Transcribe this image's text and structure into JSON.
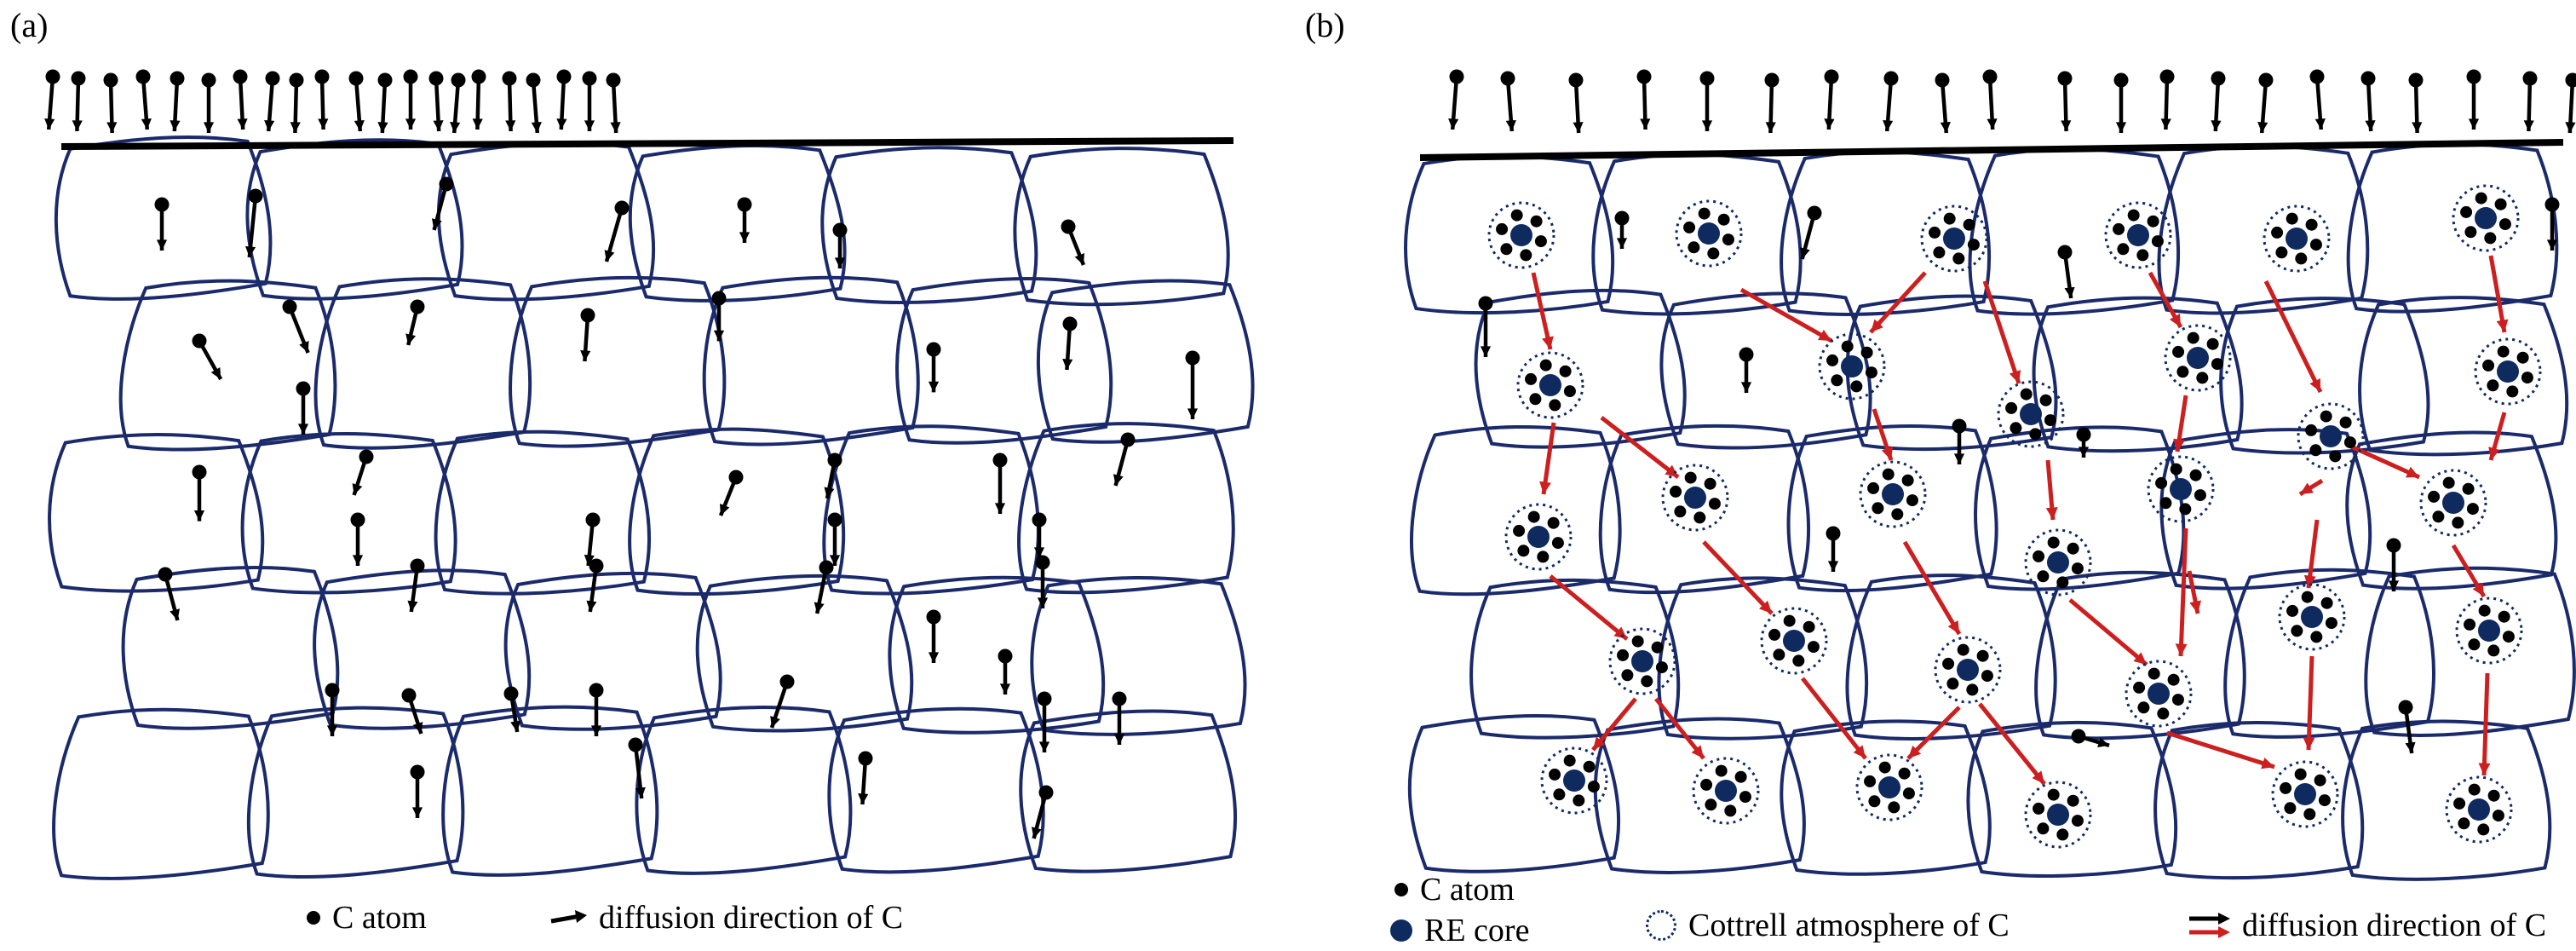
{
  "panels": [
    {
      "label": "(a)",
      "legend": {
        "c_atom": "C atom",
        "diffusion": "diffusion direction of C"
      }
    },
    {
      "label": "(b)",
      "legend": {
        "c_atom": "C atom",
        "re_core": "RE core",
        "cottrell": "Cottrell atmosphere of C",
        "diffusion": "diffusion direction of C"
      }
    }
  ],
  "colors": {
    "grain_boundary": "#1b2a6b",
    "c_atom": "#000000",
    "re_core": "#0e2a5f",
    "red_arrow": "#cc1f1f",
    "surface": "#000000"
  },
  "icons": [
    "c-atom-icon",
    "re-core-icon",
    "cottrell-ring-icon",
    "diffusion-arrow-icon"
  ]
}
